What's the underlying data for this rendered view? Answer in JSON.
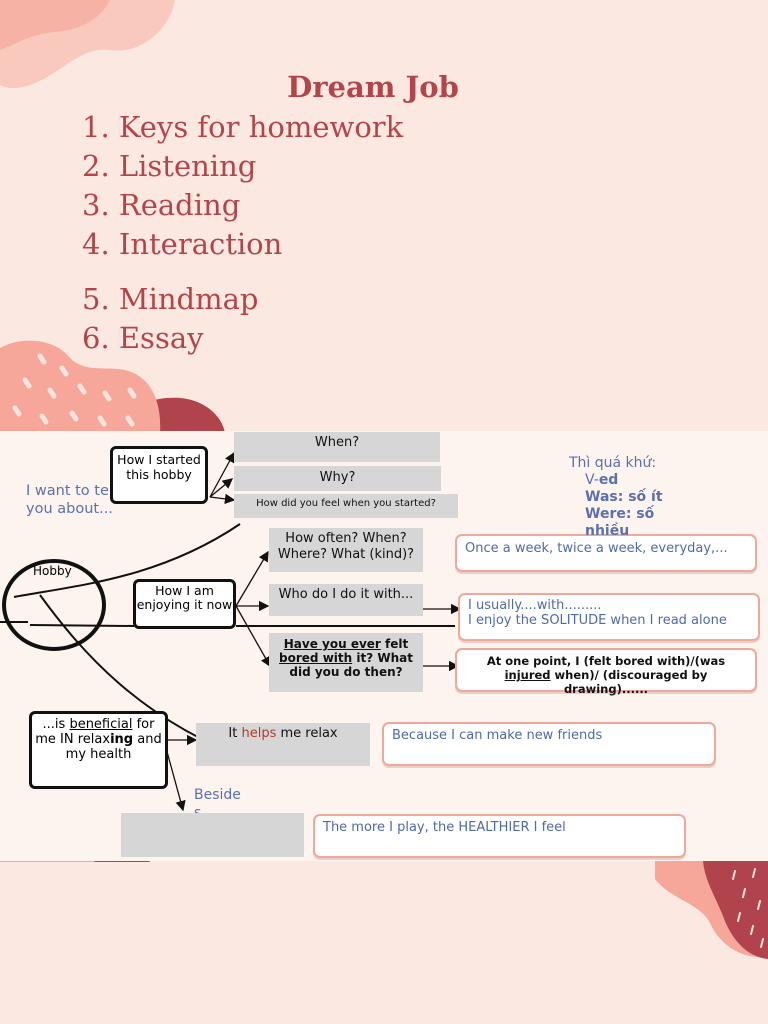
{
  "title": "Dream Job",
  "agenda": [
    "1. Keys for homework",
    "2. Listening",
    "3. Reading",
    "4. Interaction",
    "5. Mindmap",
    "6. Essay"
  ],
  "intro": "I want to tell you about...",
  "hobby": "Hobby",
  "started": {
    "label": "How I started this hobby",
    "q_when": "When?",
    "q_why": "Why?",
    "q_feel": "How did you feel when you started?"
  },
  "enjoying": {
    "label": "How I am enjoying it now",
    "q_often": "How often? When? Where? What (kind)?",
    "q_who": "Who do I do it with...",
    "q_bored_1": "Have you ever",
    "q_bored_2": " felt ",
    "q_bored_3": "bored with",
    "q_bored_4": " it? What did you do then?",
    "a_often": "Once a week, twice a week, everyday,...",
    "a_who_1": "I usually....with.........",
    "a_who_2": "I enjoy the SOLITUDE when I read alone",
    "a_bored_1": "At one point, I (felt bored with)/(was ",
    "a_bored_2": "injured",
    "a_bored_3": " when)/ (discouraged by drawing)......"
  },
  "benefit": {
    "b1": "...is ",
    "b2": "beneficial",
    "b3": " for me IN relax",
    "b4": "ing",
    "b5": " and my health",
    "helps_1": "It ",
    "helps_2": "helps",
    "helps_3": " me relax",
    "answer": "Because I can make new friends",
    "besides": "Besides,",
    "more": "The more I play, the HEALTHIER I feel"
  },
  "tense": {
    "label": "Thì quá khứ:",
    "v": "V-",
    "ed": "ed",
    "was": "Was: số ít",
    "were": "Were: số nhiều"
  },
  "colors": {
    "title": "#b5444a",
    "blob_light": "#f6a79a",
    "blob_dark": "#b0434b",
    "note_blue": "#5a70b0",
    "pink_border": "#f0a89a"
  }
}
